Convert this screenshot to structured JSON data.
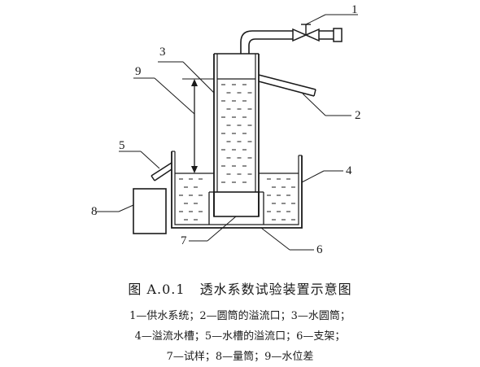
{
  "labels": {
    "n1": "1",
    "n2": "2",
    "n3": "3",
    "n4": "4",
    "n5": "5",
    "n6": "6",
    "n7": "7",
    "n8": "8",
    "n9": "9"
  },
  "caption": {
    "figure_number": "图 A.0.1",
    "title": "透水系数试验装置示意图",
    "legend_lines": [
      "1—供水系统；2—圆筒的溢流口；3—水圆筒；",
      "4—溢流水槽；5—水槽的溢流口；6—支架；",
      "7—试样；8—量筒；9—水位差"
    ]
  }
}
